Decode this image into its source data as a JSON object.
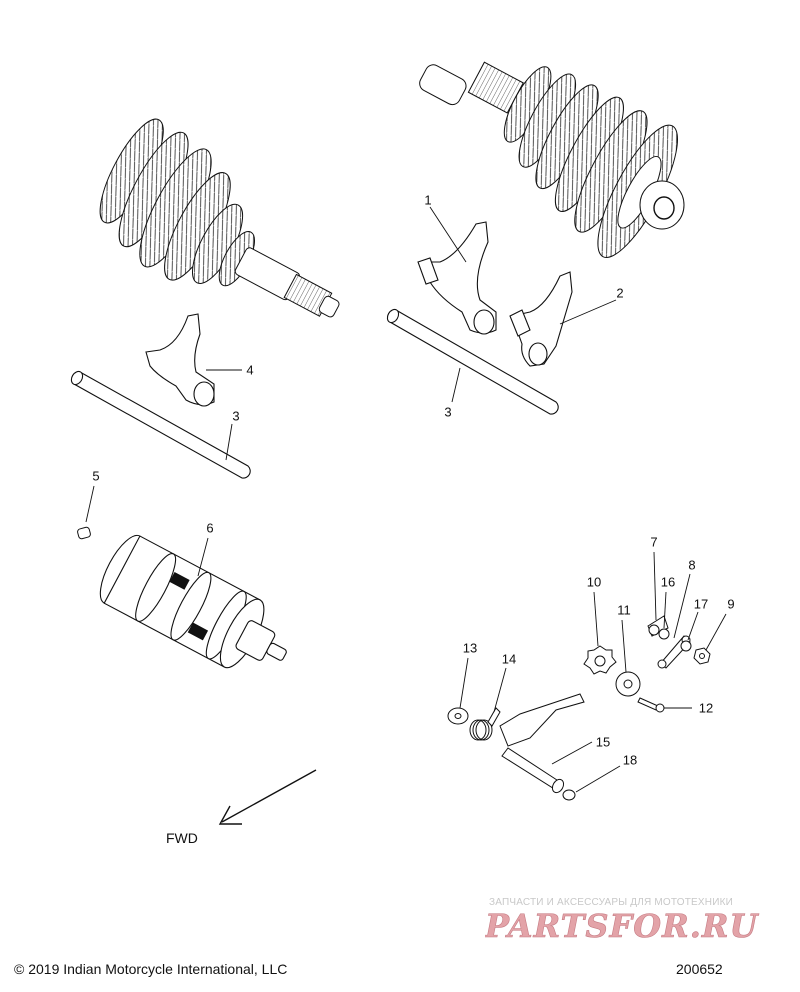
{
  "callouts": {
    "c1": "1",
    "c2": "2",
    "c3a": "3",
    "c3b": "3",
    "c4": "4",
    "c5": "5",
    "c6": "6",
    "c7": "7",
    "c8": "8",
    "c9": "9",
    "c10": "10",
    "c11": "11",
    "c12": "12",
    "c13": "13",
    "c14": "14",
    "c15": "15",
    "c16": "16",
    "c17": "17",
    "c18": "18"
  },
  "direction_label": "FWD",
  "footer": {
    "copyright": "© 2019 Indian Motorcycle International, LLC",
    "drawing_number": "200652"
  },
  "watermark": {
    "tagline": "ЗАПЧАСТИ И АКСЕССУАРЫ ДЛЯ МОТОТЕХНИКИ",
    "logo_text": "PARTSFOR.RU",
    "logo_color": "#e3a3a8"
  }
}
